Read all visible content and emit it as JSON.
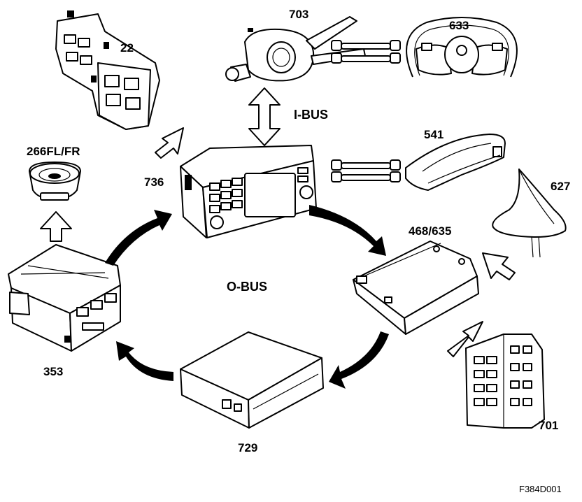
{
  "labels": {
    "c22": "22",
    "c703": "703",
    "c633": "633",
    "c266": "266FL/FR",
    "c736": "736",
    "c541": "541",
    "c627": "627",
    "c468": "468/635",
    "c353": "353",
    "c729": "729",
    "c701": "701",
    "ibus": "I-BUS",
    "obus": "O-BUS",
    "figure_code": "F384D001"
  }
}
